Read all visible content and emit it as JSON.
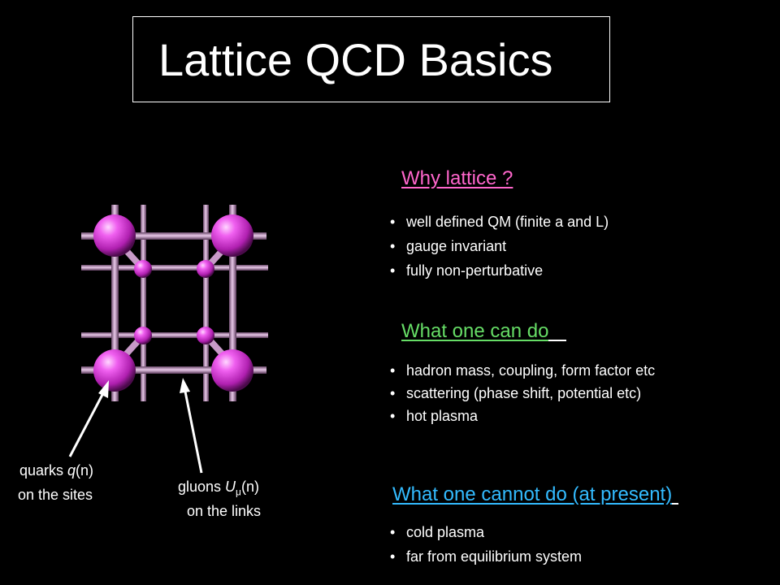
{
  "title": "Lattice QCD Basics",
  "sections": [
    {
      "heading": "Why lattice ?",
      "color": "#ff66cc",
      "items": [
        "well defined QM  (finite a and L)",
        "gauge invariant",
        "fully non-perturbative"
      ]
    },
    {
      "heading": "What one can do",
      "color": "#66dd66",
      "items": [
        "hadron mass, coupling, form factor etc",
        "scattering (phase shift, potential etc)",
        "hot plasma"
      ]
    },
    {
      "heading": "What one cannot do (at present)",
      "color": "#33bbff",
      "items": [
        "cold plasma",
        "far from equilibrium system"
      ]
    }
  ],
  "labels": {
    "quarks_prefix": "quarks ",
    "quarks_symbol": "q",
    "quarks_suffix": "(n)",
    "quarks_line2": "on the sites",
    "gluons_prefix": "gluons ",
    "gluons_symbol": "U",
    "gluons_sub": "μ",
    "gluons_suffix": "(n)",
    "gluons_line2": "on the links"
  },
  "colors": {
    "background": "#000000",
    "quark_sphere": "#e040e0",
    "link": "#b98ab9"
  }
}
